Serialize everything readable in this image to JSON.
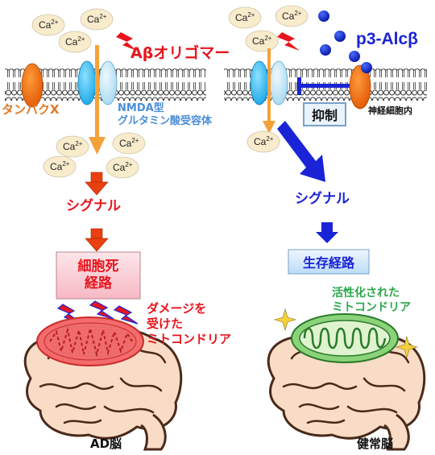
{
  "left": {
    "abeta_label": "Aβオリゴマー",
    "protein_x_label": "タンパクX",
    "nmda_label_line1": "NMDA型",
    "nmda_label_line2": "グルタミン酸受容体",
    "ion_label": "Ca",
    "ion_charge": "2+",
    "signal_label": "シグナル",
    "pathway_line1": "細胞死",
    "pathway_line2": "経路",
    "damage_line1": "ダメージを",
    "damage_line2": "受けた",
    "damage_line3": "ミトコンドリア",
    "brain_label": "AD脳"
  },
  "right": {
    "p3_label": "p3-Alcβ",
    "inhibit_label": "抑制",
    "intracellular_label": "神経細胞内",
    "ion_label": "Ca",
    "ion_charge": "2+",
    "signal_label": "シグナル",
    "pathway_label": "生存経路",
    "active_line1": "活性化された",
    "active_line2": "ミトコンドリア",
    "brain_label": "健常脳"
  },
  "colors": {
    "red": "#e8141c",
    "blue": "#1a24d6",
    "orange_arrow": "#f5a13a",
    "label_blue": "#4a8ed8",
    "green_text": "#2aa64a",
    "protein_x_text": "#e07a26",
    "ion_fill": "#f8eccd",
    "brain_fill": "#f9dcc6",
    "brain_stroke": "#4a2a1a"
  }
}
